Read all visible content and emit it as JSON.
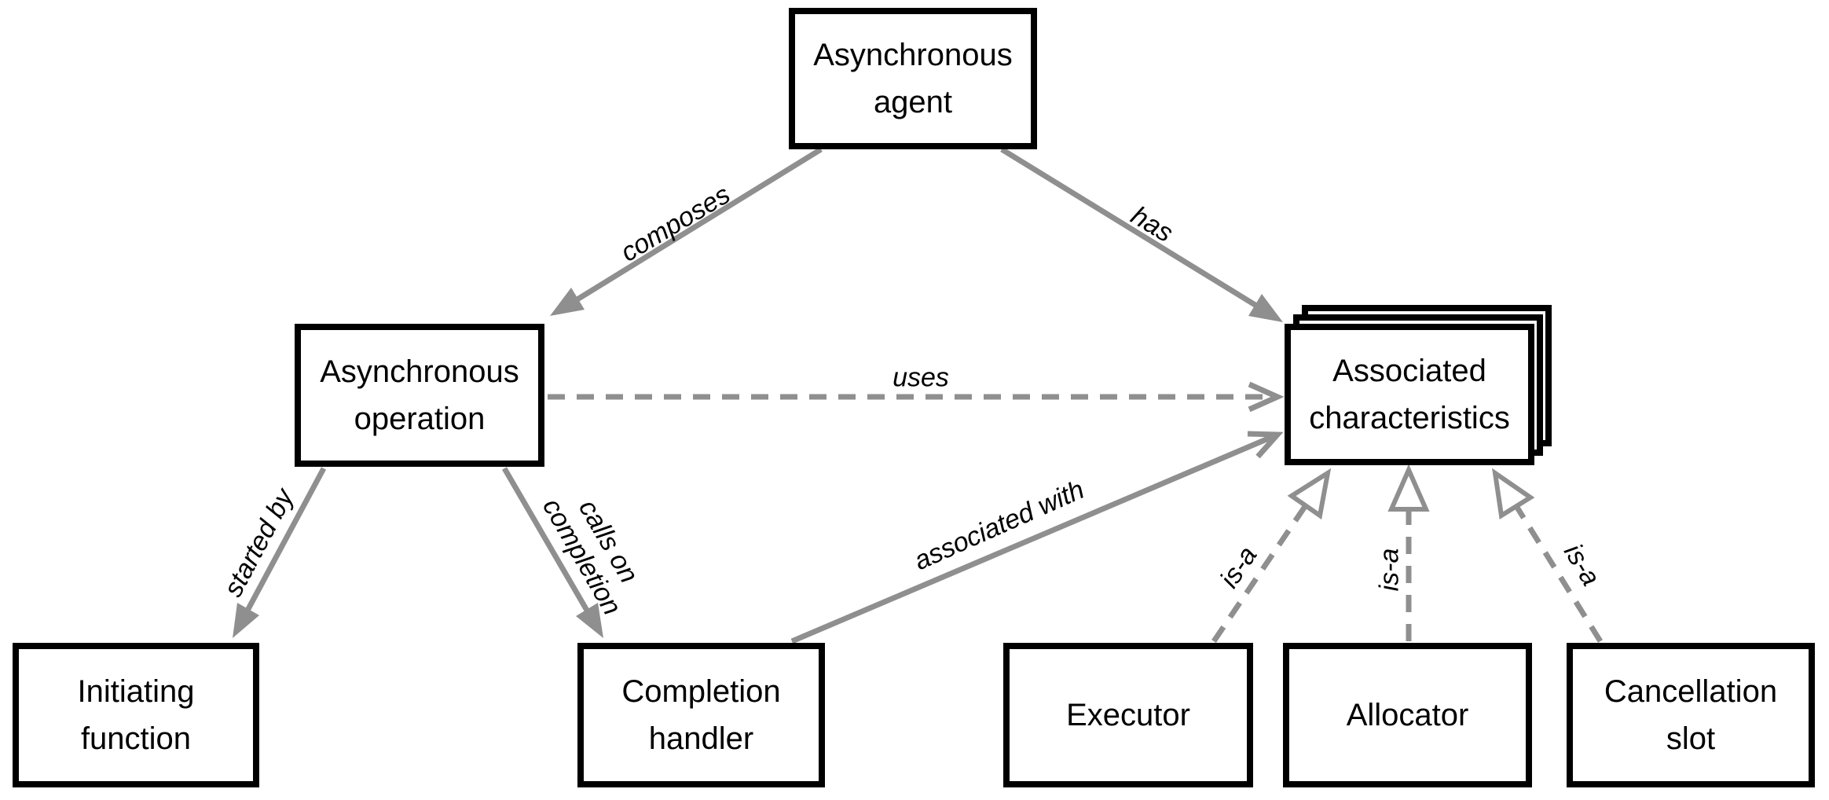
{
  "colors": {
    "line": "#8f8f8f",
    "node_border": "#000000",
    "node_fill": "#ffffff",
    "text": "#000000",
    "canvas_bg": "#ffffff"
  },
  "nodes": {
    "asynchronous_agent": {
      "label": "Asynchronous agent"
    },
    "asynchronous_operation": {
      "label": "Asynchronous operation"
    },
    "associated_characteristics": {
      "label": "Associated characteristics",
      "stacked": true
    },
    "initiating_function": {
      "label": "Initiating function"
    },
    "completion_handler": {
      "label": "Completion handler"
    },
    "executor": {
      "label": "Executor"
    },
    "allocator": {
      "label": "Allocator"
    },
    "cancellation_slot": {
      "label": "Cancellation slot"
    }
  },
  "edges": [
    {
      "label": "composes",
      "from": "asynchronous_agent",
      "to": "asynchronous_operation",
      "line": "solid",
      "arrowhead": "filled"
    },
    {
      "label": "has",
      "from": "asynchronous_agent",
      "to": "associated_characteristics",
      "line": "solid",
      "arrowhead": "filled"
    },
    {
      "label": "uses",
      "from": "asynchronous_operation",
      "to": "associated_characteristics",
      "line": "dashed",
      "arrowhead": "open"
    },
    {
      "label": "started by",
      "from": "asynchronous_operation",
      "to": "initiating_function",
      "line": "solid",
      "arrowhead": "filled"
    },
    {
      "label": "calls on completion",
      "from": "asynchronous_operation",
      "to": "completion_handler",
      "line": "solid",
      "arrowhead": "filled"
    },
    {
      "label": "associated with",
      "from": "completion_handler",
      "to": "associated_characteristics",
      "line": "solid",
      "arrowhead": "open"
    },
    {
      "label": "is-a",
      "from": "executor",
      "to": "associated_characteristics",
      "line": "dashed",
      "arrowhead": "hollow-triangle"
    },
    {
      "label": "is-a",
      "from": "allocator",
      "to": "associated_characteristics",
      "line": "dashed",
      "arrowhead": "hollow-triangle"
    },
    {
      "label": "is-a",
      "from": "cancellation_slot",
      "to": "associated_characteristics",
      "line": "dashed",
      "arrowhead": "hollow-triangle"
    }
  ]
}
